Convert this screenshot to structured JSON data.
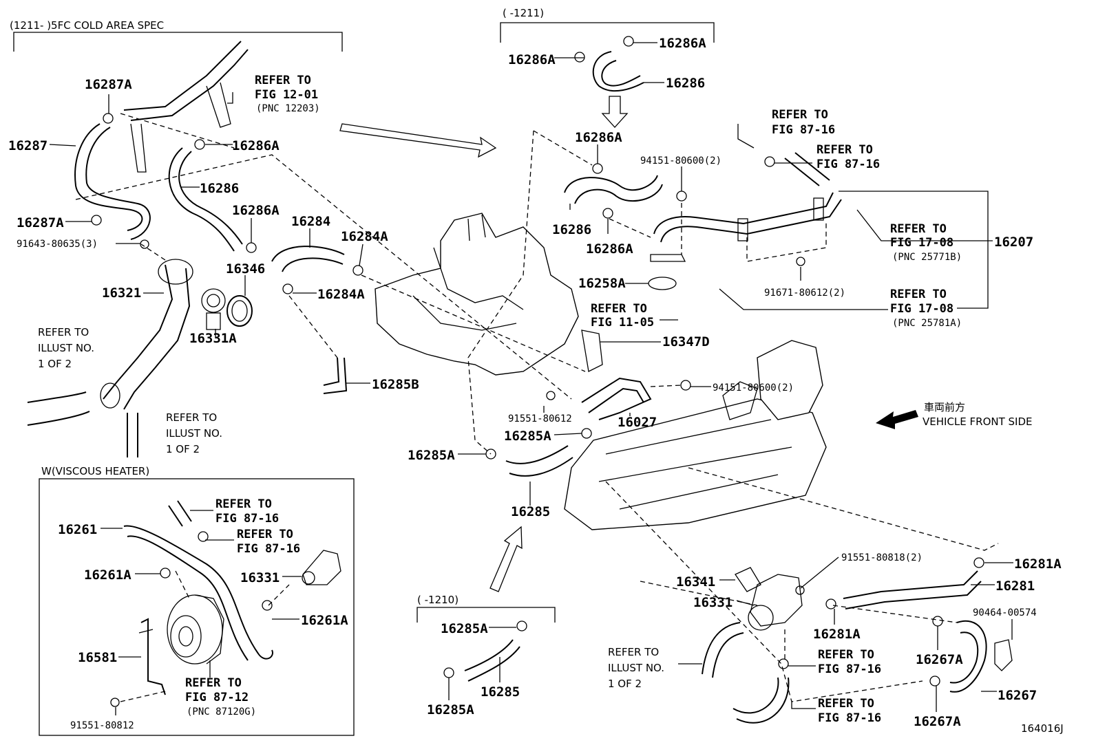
{
  "title_cold_spec": "(1211-    )5FC COLD AREA SPEC",
  "title_1211": "(     -1211)",
  "title_1210": "(     -1210)",
  "title_viscous": "W(VISCOUS HEATER)",
  "diagram_code": "164016J",
  "vehicle_front_jp": "車両前方",
  "vehicle_front_en": "VEHICLE FRONT SIDE",
  "parts": {
    "p16287A_1": "16287A",
    "p16287": "16287",
    "p16286A_1": "16286A",
    "p16286_1": "16286",
    "p16287A_2": "16287A",
    "p91643": "91643-80635(3)",
    "p16286A_2": "16286A",
    "p16284": "16284",
    "p16284A_1": "16284A",
    "p16346": "16346",
    "p16321": "16321",
    "p16284A_2": "16284A",
    "p16331A": "16331A",
    "p16285B": "16285B",
    "p16286A_3": "16286A",
    "p16286A_4": "16286A",
    "p16286_2": "16286",
    "p16286A_5": "16286A",
    "p94151_1": "94151-80600(2)",
    "p16286_3": "16286",
    "p16286A_6": "16286A",
    "p16207": "16207",
    "p91671": "91671-80612(2)",
    "p16258A": "16258A",
    "p16347D": "16347D",
    "p94151_2": "94151-80600(2)",
    "p91551_80612": "91551-80612",
    "p16027": "16027",
    "p16285A_1": "16285A",
    "p16285A_2": "16285A",
    "p16285_1": "16285",
    "p16261": "16261",
    "p16261A_1": "16261A",
    "p16331_1": "16331",
    "p16261A_2": "16261A",
    "p16581": "16581",
    "p91551_80812": "91551-80812",
    "p16285A_3": "16285A",
    "p16285A_4": "16285A",
    "p16285_2": "16285",
    "p91551_80818": "91551-80818(2)",
    "p16281A_1": "16281A",
    "p16341": "16341",
    "p16331_2": "16331",
    "p16281": "16281",
    "p16281A_2": "16281A",
    "p90464": "90464-00574",
    "p16267A_1": "16267A",
    "p16267": "16267",
    "p16267A_2": "16267A"
  },
  "refs": {
    "r1_a": "REFER TO",
    "r1_b": "FIG 12-01",
    "r1_c": "(PNC 12203)",
    "r2_a": "REFER TO",
    "r2_b": "FIG 87-16",
    "r3_a": "REFER TO",
    "r3_b": "FIG 87-16",
    "r4_a": "REFER TO",
    "r4_b": "FIG 17-08",
    "r4_c": "(PNC 25771B)",
    "r5_a": "REFER TO",
    "r5_b": "FIG 17-08",
    "r5_c": "(PNC 25781A)",
    "r6_a": "REFER TO",
    "r6_b": "FIG 11-05",
    "r7_a": "REFER TO",
    "r7_b": "ILLUST NO.",
    "r7_c": "1 OF 2",
    "r8_a": "REFER TO",
    "r8_b": "ILLUST NO.",
    "r8_c": "1 OF 2",
    "r9_a": "REFER TO",
    "r9_b": "FIG 87-16",
    "r10_a": "REFER TO",
    "r10_b": "FIG 87-16",
    "r11_a": "REFER TO",
    "r11_b": "FIG 87-12",
    "r11_c": "(PNC 87120G)",
    "r12_a": "REFER TO",
    "r12_b": "ILLUST NO.",
    "r12_c": "1 OF 2",
    "r13_a": "REFER TO",
    "r13_b": "FIG 87-16",
    "r14_a": "REFER TO",
    "r14_b": "FIG 87-16"
  }
}
